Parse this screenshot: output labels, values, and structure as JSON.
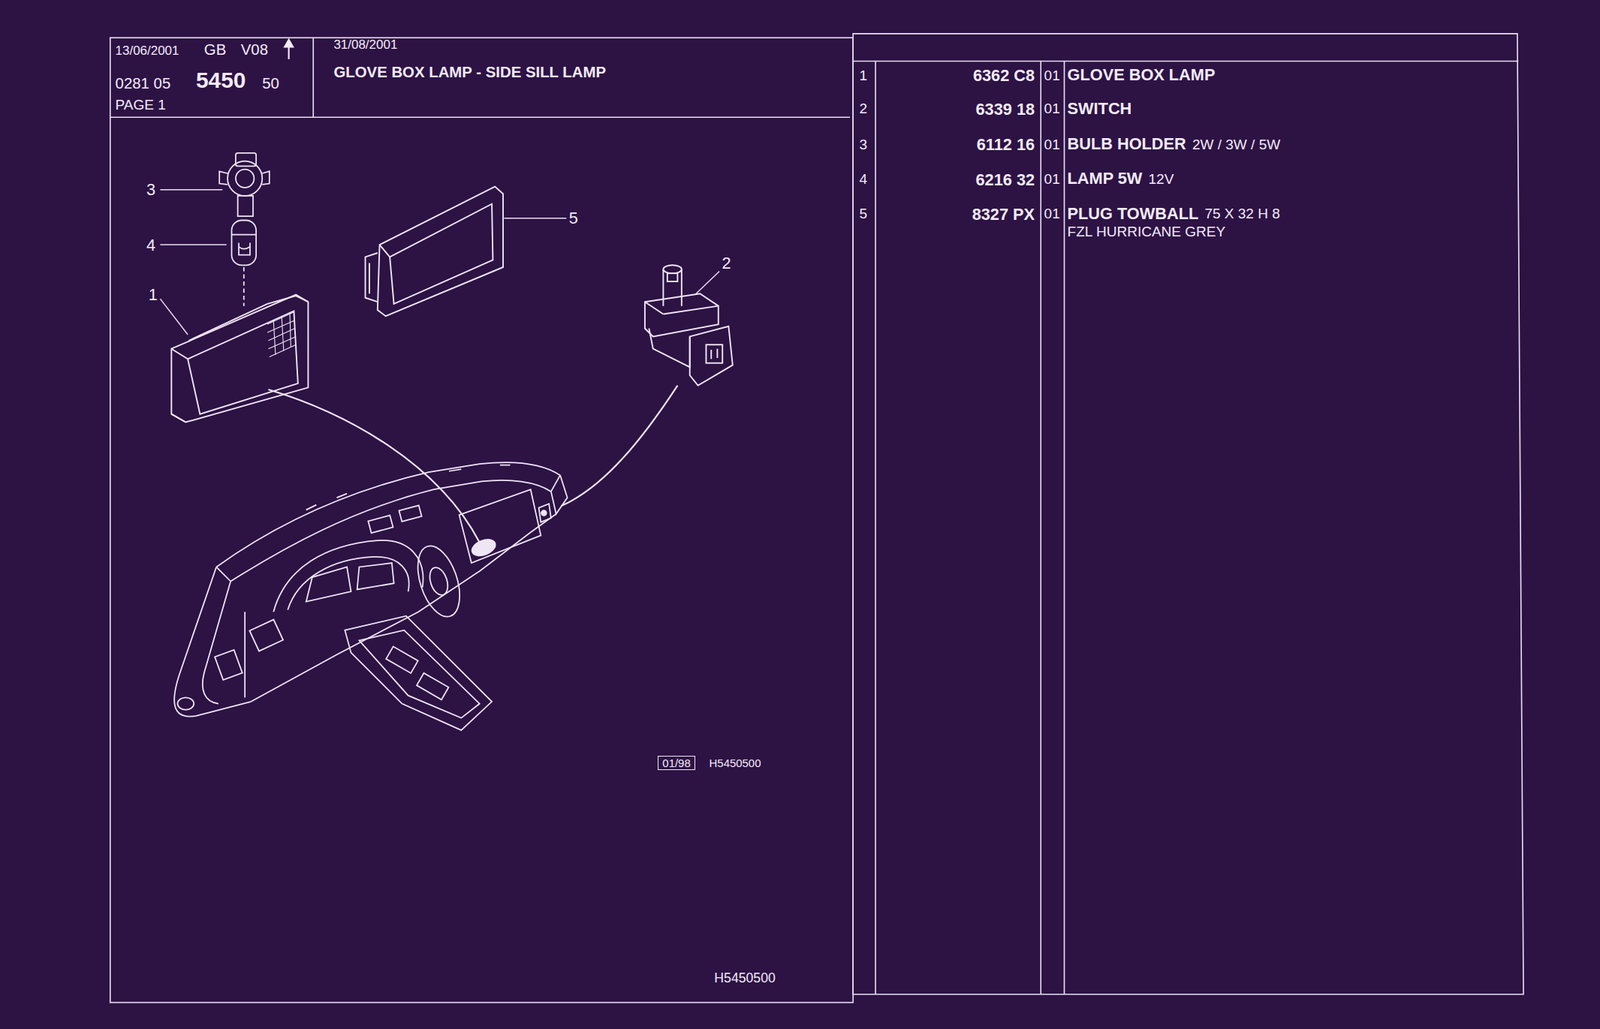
{
  "diagram": {
    "title": "GLOVE BOX LAMP - SIDE SILL LAMP",
    "labels": [
      "13/06/2001",
      "GB",
      "V08",
      "0281 05",
      "5450",
      "50",
      "PAGE 1",
      "31/08/2001",
      "1",
      "6362 C8",
      "01",
      "GLOVE BOX LAMP",
      "2",
      "6339 18",
      "01",
      "SWITCH",
      "3",
      "6112 16",
      "01",
      "BULB HOLDER",
      "2W / 3W / 5W",
      "4",
      "6216 32",
      "01",
      "LAMP 5W",
      "12V",
      "5",
      "8327 PX",
      "01",
      "PLUG TOWBALL",
      "75 X 32 H 8",
      "FZL HURRICANE GREY",
      "3",
      "4",
      "1",
      "5",
      "2",
      "01/98",
      "H5450500",
      "H5450500"
    ]
  }
}
